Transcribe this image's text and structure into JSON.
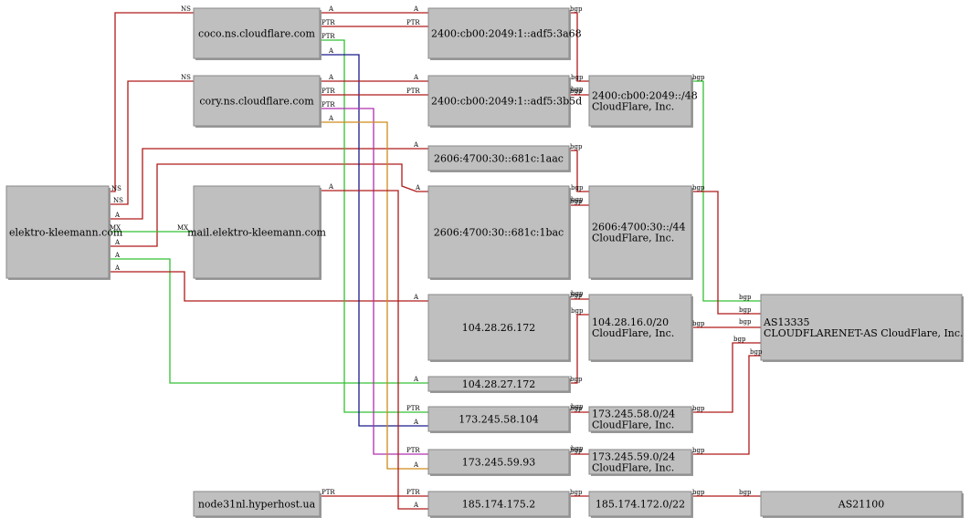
{
  "nodes": {
    "domain": {
      "lines": [
        "elektro-kleemann.com"
      ]
    },
    "ns_coco": {
      "lines": [
        "coco.ns.cloudflare.com"
      ]
    },
    "ns_cory": {
      "lines": [
        "cory.ns.cloudflare.com"
      ]
    },
    "mail": {
      "lines": [
        "mail.elektro-kleemann.com"
      ]
    },
    "node31": {
      "lines": [
        "node31nl.hyperhost.ua"
      ]
    },
    "ip6_3a68": {
      "lines": [
        "2400:cb00:2049:1::adf5:3a68"
      ]
    },
    "ip6_3b5d": {
      "lines": [
        "2400:cb00:2049:1::adf5:3b5d"
      ]
    },
    "ip6_1aac": {
      "lines": [
        "2606:4700:30::681c:1aac"
      ]
    },
    "ip6_1bac": {
      "lines": [
        "2606:4700:30::681c:1bac"
      ]
    },
    "ip_26172": {
      "lines": [
        "104.28.26.172"
      ]
    },
    "ip_27172": {
      "lines": [
        "104.28.27.172"
      ]
    },
    "ip_58104": {
      "lines": [
        "173.245.58.104"
      ]
    },
    "ip_5993": {
      "lines": [
        "173.245.59.93"
      ]
    },
    "ip_1752": {
      "lines": [
        "185.174.175.2"
      ]
    },
    "net_2400": {
      "lines": [
        "2400:cb00:2049::/48",
        "CloudFlare, Inc."
      ]
    },
    "net_2606": {
      "lines": [
        "2606:4700:30::/44",
        "CloudFlare, Inc."
      ]
    },
    "net_104": {
      "lines": [
        "104.28.16.0/20",
        "CloudFlare, Inc."
      ]
    },
    "net_17358": {
      "lines": [
        "173.245.58.0/24",
        "CloudFlare, Inc."
      ]
    },
    "net_17359": {
      "lines": [
        "173.245.59.0/24",
        "CloudFlare, Inc."
      ]
    },
    "net_185": {
      "lines": [
        "185.174.172.0/22"
      ]
    },
    "as13335": {
      "lines": [
        "AS13335",
        "CLOUDFLARENET-AS CloudFlare, Inc."
      ]
    },
    "as21100": {
      "lines": [
        "AS21100"
      ]
    }
  },
  "colors": {
    "red": "#b11a1a",
    "green": "#33c033",
    "navy": "#1a1a8c",
    "magenta": "#b030b0",
    "orange": "#d08a1a"
  },
  "edges": [
    {
      "id": "domain-ns-coco",
      "color": "red",
      "labels": [
        "NS",
        "NS"
      ]
    },
    {
      "id": "domain-ns-cory",
      "color": "red",
      "labels": [
        "NS",
        "NS"
      ]
    },
    {
      "id": "domain-a-1aac",
      "color": "red",
      "labels": [
        "A",
        "A"
      ]
    },
    {
      "id": "domain-a-1bac",
      "color": "red",
      "labels": [
        "A",
        "A"
      ]
    },
    {
      "id": "domain-mx-mail",
      "color": "green",
      "labels": [
        "MX",
        "MX"
      ]
    },
    {
      "id": "domain-a-27172",
      "color": "green",
      "labels": [
        "A",
        "A"
      ]
    },
    {
      "id": "domain-a-26172",
      "color": "red",
      "labels": [
        "A",
        "A"
      ]
    },
    {
      "id": "coco-a-3a68",
      "color": "red",
      "labels": [
        "A",
        "A"
      ]
    },
    {
      "id": "coco-ptr-3a68",
      "color": "red",
      "labels": [
        "PTR",
        "PTR"
      ]
    },
    {
      "id": "coco-ptr-58104",
      "color": "green",
      "labels": [
        "PTR",
        "PTR"
      ]
    },
    {
      "id": "coco-a-58104",
      "color": "navy",
      "labels": [
        "A",
        "A"
      ]
    },
    {
      "id": "cory-a-3b5d",
      "color": "red",
      "labels": [
        "A",
        "A"
      ]
    },
    {
      "id": "cory-ptr-3b5d",
      "color": "red",
      "labels": [
        "PTR",
        "PTR"
      ]
    },
    {
      "id": "cory-ptr-5993",
      "color": "magenta",
      "labels": [
        "PTR",
        "PTR"
      ]
    },
    {
      "id": "cory-a-5993",
      "color": "orange",
      "labels": [
        "A",
        "A"
      ]
    },
    {
      "id": "mail-a-1752",
      "color": "red",
      "labels": [
        "A",
        "A"
      ]
    },
    {
      "id": "node31-ptr-1752",
      "color": "red",
      "labels": [
        "PTR",
        "PTR"
      ]
    },
    {
      "id": "3a68-bgp-2400",
      "color": "red",
      "labels": [
        "bgp",
        "bgp"
      ]
    },
    {
      "id": "3b5d-bgp-2400",
      "color": "red",
      "labels": [
        "bgp",
        "bgp"
      ]
    },
    {
      "id": "1aac-bgp-2606",
      "color": "red",
      "labels": [
        "bgp",
        "bgp"
      ]
    },
    {
      "id": "1bac-bgp-2606",
      "color": "red",
      "labels": [
        "bgp",
        "bgp"
      ]
    },
    {
      "id": "26172-bgp-104",
      "color": "red",
      "labels": [
        "bgp",
        "bgp"
      ]
    },
    {
      "id": "27172-bgp-104",
      "color": "red",
      "labels": [
        "bgp",
        "bgp"
      ]
    },
    {
      "id": "58104-bgp-17358",
      "color": "red",
      "labels": [
        "bgp",
        "bgp"
      ]
    },
    {
      "id": "5993-bgp-17359",
      "color": "red",
      "labels": [
        "bgp",
        "bgp"
      ]
    },
    {
      "id": "1752-bgp-185",
      "color": "red",
      "labels": [
        "bgp",
        ""
      ]
    },
    {
      "id": "2400-bgp-as13335",
      "color": "green",
      "labels": [
        "bgp",
        "bgp"
      ]
    },
    {
      "id": "2606-bgp-as13335",
      "color": "red",
      "labels": [
        "bgp",
        "bgp"
      ]
    },
    {
      "id": "104-bgp-as13335",
      "color": "red",
      "labels": [
        "bgp",
        "bgp"
      ]
    },
    {
      "id": "17358-bgp-as13335",
      "color": "red",
      "labels": [
        "bgp",
        "bgp"
      ]
    },
    {
      "id": "17359-bgp-as13335",
      "color": "red",
      "labels": [
        "bgp",
        "bgp"
      ]
    },
    {
      "id": "185-bgp-as21100",
      "color": "red",
      "labels": [
        "bgp",
        "bgp"
      ]
    }
  ]
}
